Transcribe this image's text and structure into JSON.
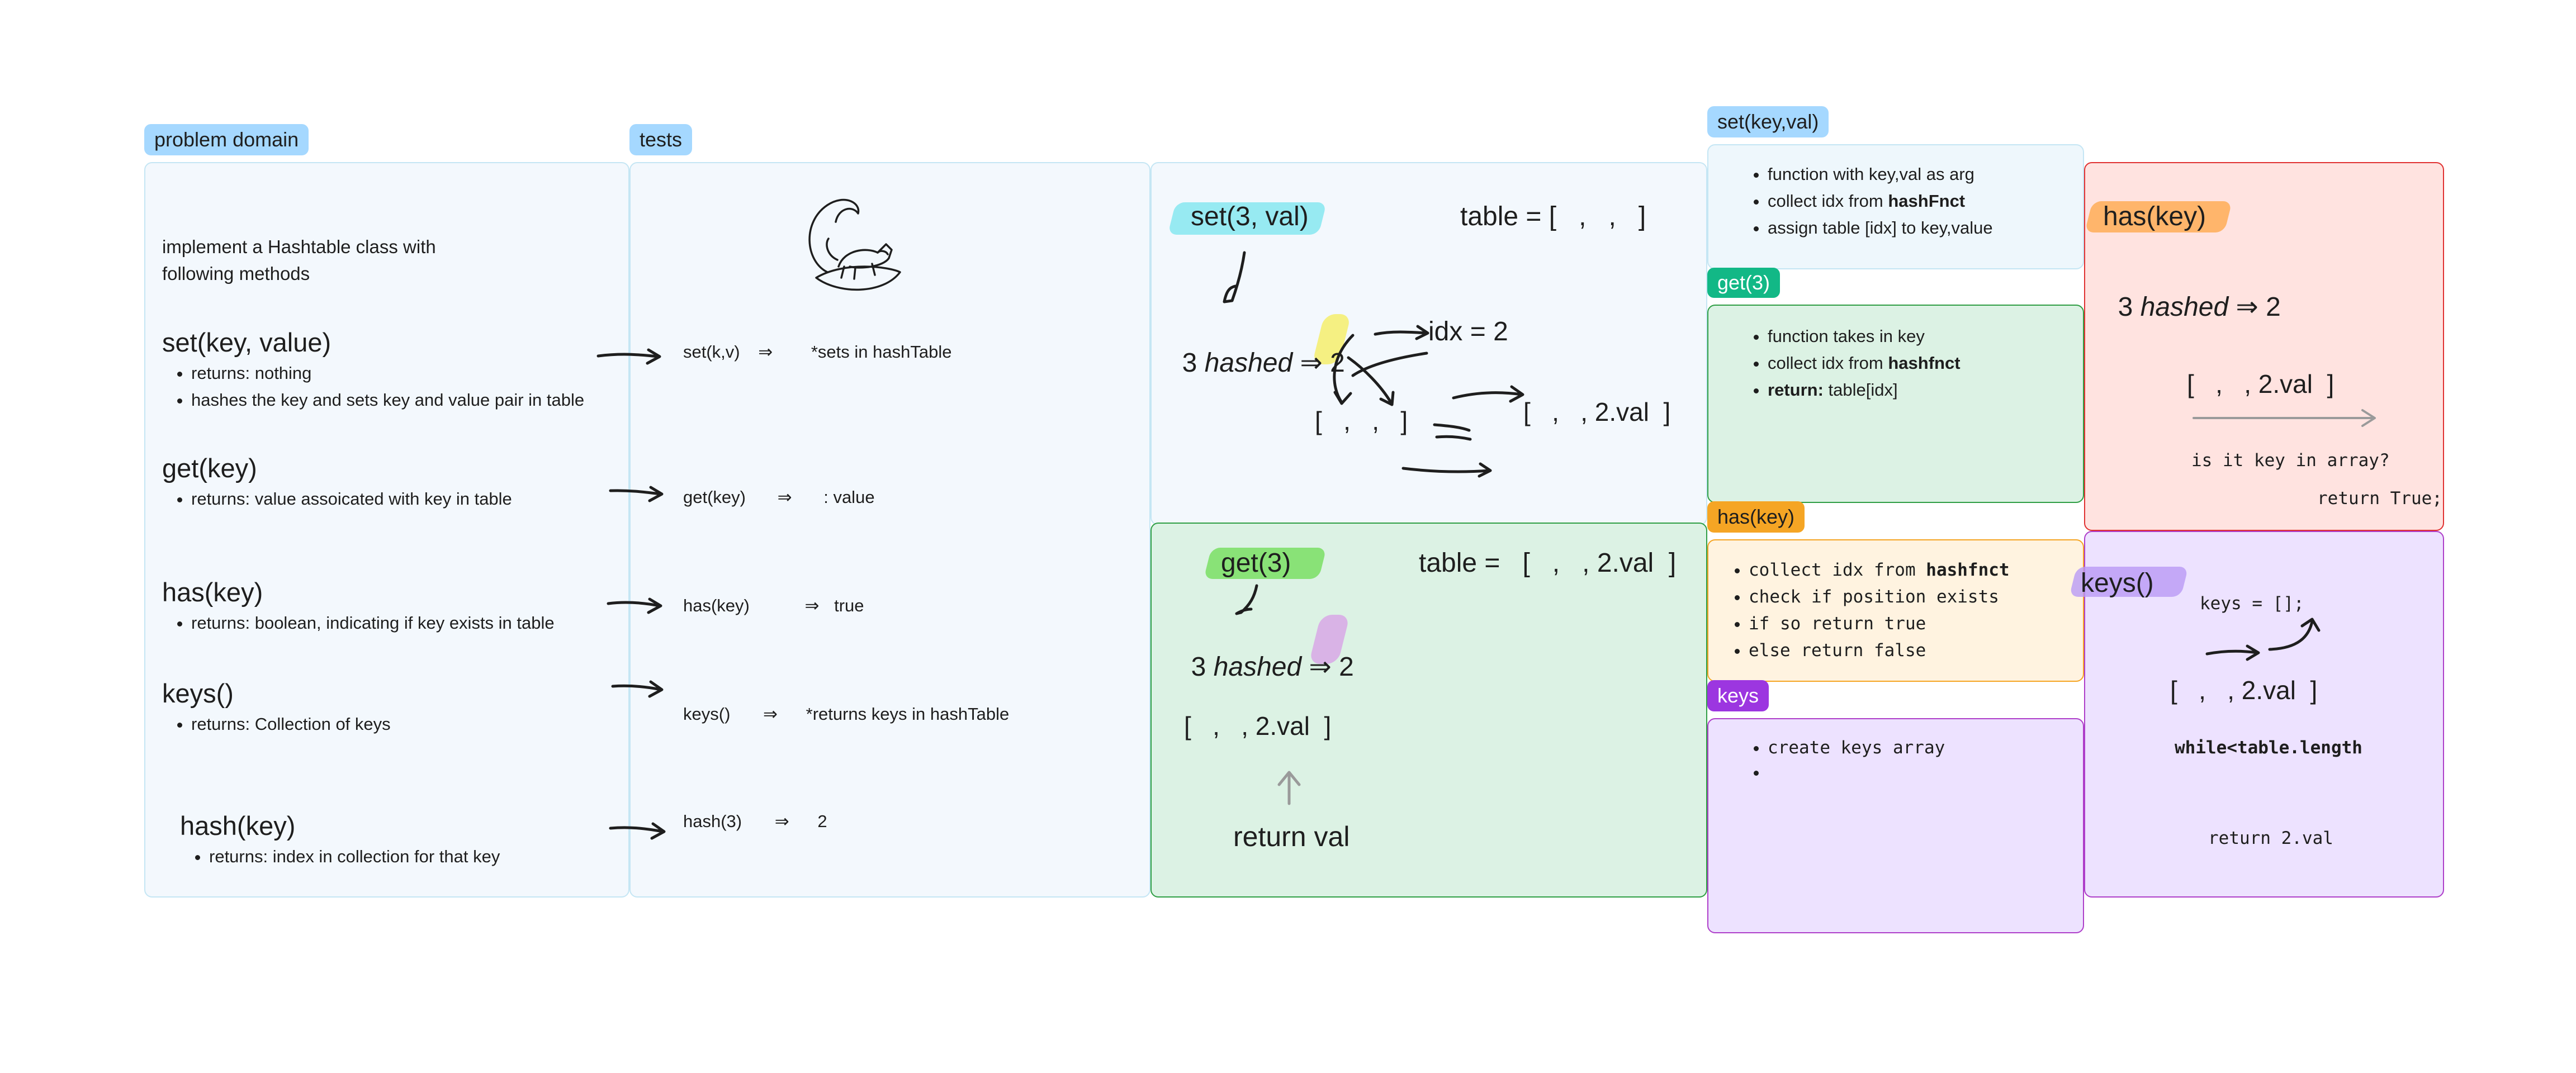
{
  "labels": {
    "problem_domain": "problem domain",
    "tests": "tests",
    "set_key_val": "set(key,val)",
    "get3": "get(3)",
    "has_key": "has(key)",
    "keys": "keys"
  },
  "problem": {
    "intro_1": "implement a Hashtable class with",
    "intro_2": "following methods",
    "methods": [
      {
        "name": "set(key, value)",
        "bullets": [
          "returns: nothing",
          "hashes the key and sets key and value pair in table"
        ]
      },
      {
        "name": "get(key)",
        "bullets": [
          "returns: value assoicated with key in table"
        ]
      },
      {
        "name": "has(key)",
        "bullets": [
          "returns: boolean, indicating if key exists in table"
        ]
      },
      {
        "name": "keys()",
        "bullets": [
          "returns: Collection of keys"
        ]
      },
      {
        "name": "hash(key)",
        "bullets": [
          "returns: index in collection for that key"
        ]
      }
    ]
  },
  "tests": {
    "rows": [
      {
        "call": "set(k,v)",
        "arrow": "⇒",
        "result": "*sets in hashTable"
      },
      {
        "call": "get(key)",
        "arrow": "⇒",
        "result": ": value"
      },
      {
        "call": "has(key)",
        "arrow": "⇒",
        "result": "true"
      },
      {
        "call": "keys()",
        "arrow": "⇒",
        "result": "*returns keys in hashTable"
      },
      {
        "call": "hash(3)",
        "arrow": "⇒",
        "result": "2"
      }
    ]
  },
  "set_sketch": {
    "title": "set(3, val)",
    "table": "table = [   ,   ,   ]",
    "hashed_prefix": "3 ",
    "hashed_word": "hashed",
    "hashed_suffix": " ⇒ ",
    "hashed_value": "2",
    "idx": "idx = 2",
    "array_empty": "[   ,   ,   ]",
    "array_filled": "[   ,   , 2.val  ]"
  },
  "get_sketch": {
    "title": "get(3)",
    "table": "table =   [   ,   , 2.val  ]",
    "hashed_prefix": "3 ",
    "hashed_word": "hashed",
    "hashed_suffix": " ⇒ ",
    "hashed_value": "2",
    "array": "[   ,   , 2.val  ]",
    "return": "return val"
  },
  "set_notes": [
    "function with key,val as arg",
    "collect idx from ",
    "assign table [idx] to key,value"
  ],
  "set_notes_bold": "hashFnct",
  "get_notes": [
    "function takes in key",
    "collect idx from ",
    "table[idx]"
  ],
  "get_notes_bold": [
    "hashfnct",
    "return:"
  ],
  "has_notes": [
    "collect idx from ",
    "check if position exists",
    "if so return true",
    "else return false"
  ],
  "has_notes_bold": "hashfnct",
  "keys_notes": [
    "create keys array",
    ""
  ],
  "has_sketch": {
    "title": "has(key)",
    "hashed_prefix": "3 ",
    "hashed_word": "hashed",
    "hashed_suffix": " ⇒ 2",
    "array": "[   ,   , 2.val  ]",
    "question": "is it key in array?",
    "return": "return True;"
  },
  "keys_sketch": {
    "title": "keys()",
    "init": "keys = [];",
    "array": "[   ,   , 2.val  ]",
    "loop": "while<table.length",
    "return": "return 2.val"
  },
  "colors": {
    "blue_frame": "#a5d8ff",
    "blue_fill": "#f3f8fd",
    "green_fill": "#dcf2e4",
    "green_stroke": "#2f9e44",
    "orange_fill": "#fff3e0",
    "orange_stroke": "#f08c00",
    "violet_fill": "#ede2ff",
    "violet_stroke": "#ae3ec9",
    "red_fill": "#ffe3e0",
    "red_stroke": "#e03131"
  }
}
